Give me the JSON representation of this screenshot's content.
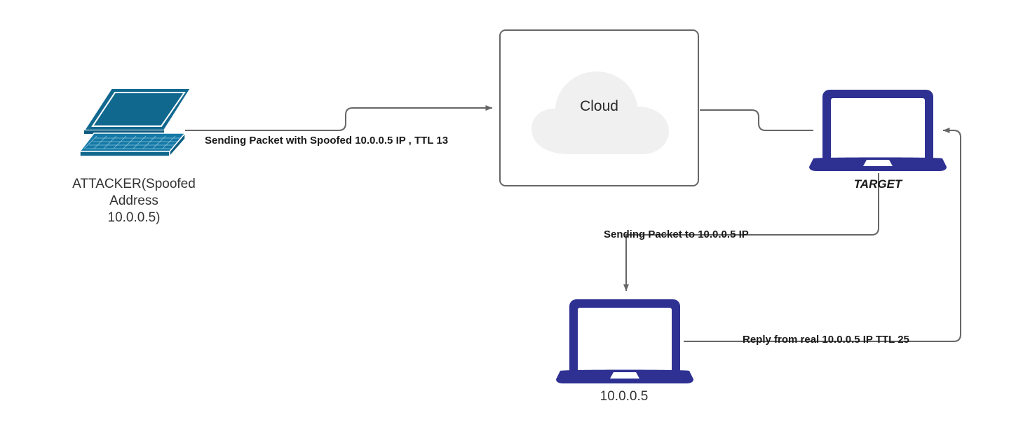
{
  "diagram": {
    "title": "IP spoofing TTL analysis network diagram",
    "colors": {
      "attacker_laptop": "#11688f",
      "navy_laptop": "#2e3192",
      "wire": "#666666",
      "cloud_fill": "#f0f0f0",
      "box_border": "#666666",
      "label_text": "#1a1a1a"
    },
    "nodes": {
      "attacker": {
        "icon": "laptop-isometric-icon",
        "caption": "ATTACKER(Spoofed\nAddress\n10.0.0.5)"
      },
      "cloud": {
        "icon": "cloud-icon",
        "label": "Cloud"
      },
      "target": {
        "icon": "laptop-icon",
        "caption": "TARGET"
      },
      "victim": {
        "icon": "laptop-icon",
        "caption": "10.0.0.5"
      }
    },
    "edges": [
      {
        "id": "attacker-to-cloud",
        "label": "Sending Packet with Spoofed 10.0.0.5 IP , TTL 13",
        "from": "attacker",
        "to": "cloud",
        "arrow": true
      },
      {
        "id": "cloud-to-target",
        "label": "",
        "from": "cloud",
        "to": "target",
        "arrow": false
      },
      {
        "id": "target-to-victim",
        "label": "Sending Packet to 10.0.0.5 IP",
        "from": "target",
        "to": "victim",
        "arrow": true
      },
      {
        "id": "victim-to-target",
        "label": "Reply from real 10.0.0.5 IP TTL 25",
        "from": "victim",
        "to": "target",
        "arrow": true
      }
    ]
  }
}
